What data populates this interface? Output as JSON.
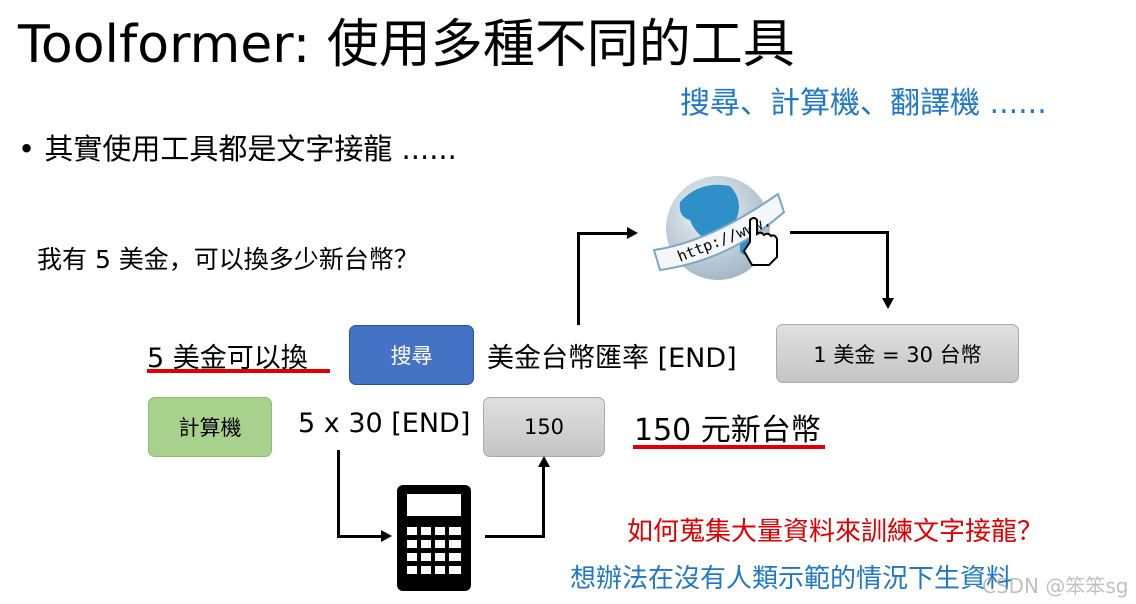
{
  "title": "Toolformer: 使用多種不同的工具",
  "tools_note": "搜尋、計算機、翻譯機 ......",
  "bullet": "其實使用工具都是文字接龍 ......",
  "question": "我有 5 美金，可以換多少新台幣？",
  "row1": {
    "prefix": "5 美金可以換",
    "search_box": "搜尋",
    "query": "美金台幣匯率 [END]",
    "result_box": "1 美金 = 30 台幣"
  },
  "row2": {
    "calc_box": "計算機",
    "expr": "5 x 30 [END]",
    "result_box": "150",
    "answer": "150 元新台幣"
  },
  "globe_text": "http://www.",
  "red_question": "如何蒐集大量資料來訓練文字接龍？",
  "blue_answer": "想辦法在沒有人類示範的情況下生資料",
  "watermark": "CSDN @笨笨sg",
  "colors": {
    "blue_text": "#1f77c8",
    "search_box": "#4472c4",
    "calc_box": "#a9d18e",
    "gray_box": "#d0d0d0",
    "red": "#e00000"
  }
}
